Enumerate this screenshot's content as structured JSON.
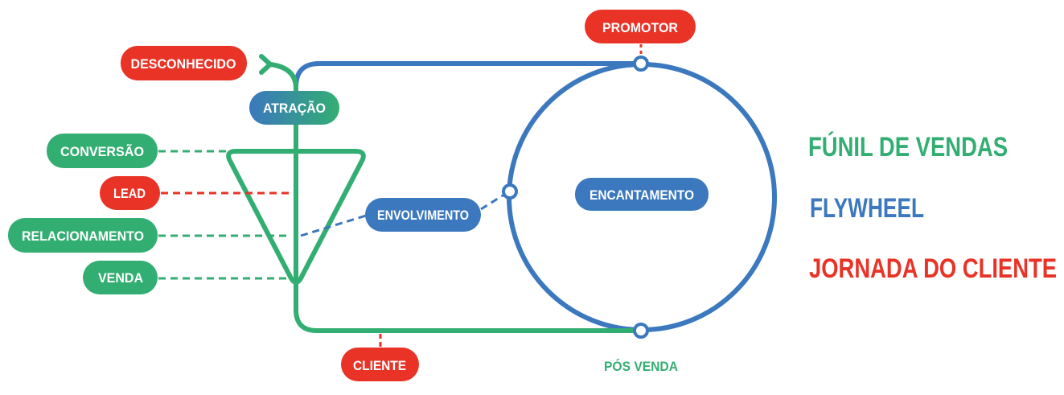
{
  "colors": {
    "green": "#33AE72",
    "blue": "#3B78BE",
    "red": "#E83326"
  },
  "labels": {
    "desconhecido": "DESCONHECIDO",
    "atracao": "ATRAÇÃO",
    "conversao": "CONVERSÃO",
    "lead": "LEAD",
    "relacionamento": "RELACIONAMENTO",
    "venda": "VENDA",
    "envolvimento": "ENVOLVIMENTO",
    "encantamento": "ENCANTAMENTO",
    "promotor": "PROMOTOR",
    "cliente": "CLIENTE",
    "pos_venda": "PÓS VENDA"
  },
  "legend": {
    "funil": "FÚNIL DE VENDAS",
    "flywheel": "FLYWHEEL",
    "jornada": "JORNADA DO CLIENTE"
  }
}
